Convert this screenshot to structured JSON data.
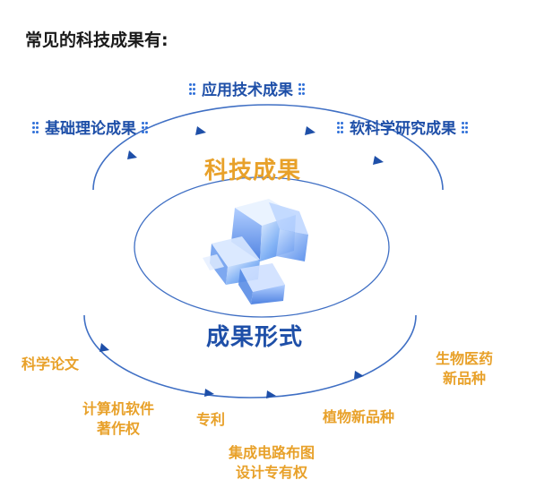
{
  "heading": "常见的科技成果有:",
  "top_categories": {
    "applied": "应用技术成果",
    "basic": "基础理论成果",
    "soft": "软科学研究成果"
  },
  "center_top_label": "科技成果",
  "center_bottom_label": "成果形式",
  "forms": {
    "paper": "科学论文",
    "software_line1": "计算机软件",
    "software_line2": "著作权",
    "patent": "专利",
    "circuit_line1": "集成电路布图",
    "circuit_line2": "设计专有权",
    "plant": "植物新品种",
    "bio_line1": "生物医药",
    "bio_line2": "新品种"
  },
  "colors": {
    "accent_orange": "#e8a12a",
    "accent_blue": "#1e4fa8",
    "line_blue": "#3f6fc4"
  },
  "icons": [
    "dots-icon",
    "cube-cluster-icon",
    "arrow-icon"
  ]
}
